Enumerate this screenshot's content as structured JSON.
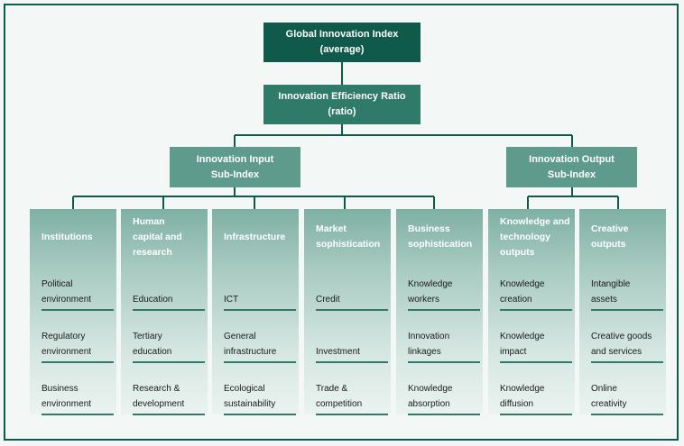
{
  "top": {
    "title": "Global Innovation Index\n(average)"
  },
  "ratio": {
    "title": "Innovation Efficiency Ratio\n(ratio)"
  },
  "input": {
    "title": "Innovation Input\nSub-Index"
  },
  "output": {
    "title": "Innovation Output\nSub-Index"
  },
  "pillars": [
    {
      "title": "Institutions",
      "items": [
        "Political\nenvironment",
        "Regulatory\nenvironment",
        "Business\nenvironment"
      ]
    },
    {
      "title": "Human\ncapital and\nresearch",
      "items": [
        "Education",
        "Tertiary\neducation",
        "Research &\ndevelopment"
      ]
    },
    {
      "title": "Infrastructure",
      "items": [
        "ICT",
        "General\ninfrastructure",
        "Ecological\nsustainability"
      ]
    },
    {
      "title": "Market\nsophistication",
      "items": [
        "Credit",
        "Investment",
        "Trade &\ncompetition"
      ]
    },
    {
      "title": "Business\nsophistication",
      "items": [
        "Knowledge\nworkers",
        "Innovation\nlinkages",
        "Knowledge\nabsorption"
      ]
    },
    {
      "title": "Knowledge and\ntechnology\noutputs",
      "items": [
        "Knowledge\ncreation",
        "Knowledge\nimpact",
        "Knowledge\ndiffusion"
      ]
    },
    {
      "title": "Creative\noutputs",
      "items": [
        "Intangible\nassets",
        "Creative goods\nand services",
        "Online\ncreativity"
      ]
    }
  ],
  "colors": {
    "dark": "#0f5a4a",
    "mid": "#2f7a69",
    "light": "#5f9b8c"
  }
}
